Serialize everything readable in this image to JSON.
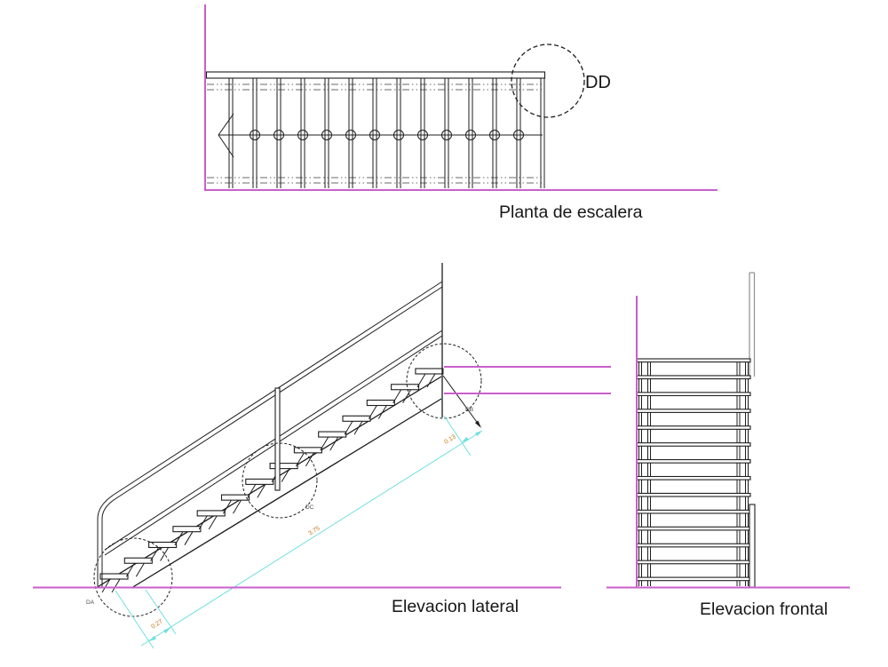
{
  "colors": {
    "axis_magenta": "#C95FC9",
    "dimension_cyan": "#6FDFDF",
    "dimension_text_orange": "#C67A1E",
    "drawing_black": "#1d1d1d",
    "hidden_gray": "#6a6a6a"
  },
  "plan_view": {
    "title": "Planta de escalera",
    "detail_callout": "DD"
  },
  "lateral_view": {
    "title": "Elevacion lateral",
    "detail_callouts": {
      "bottom": "DA",
      "middle": "DC",
      "top": "DB"
    },
    "dimensions": {
      "first_tread": "0.27",
      "total_run": "3.75",
      "top_offset": "0.13"
    }
  },
  "frontal_view": {
    "title": "Elevacion frontal"
  }
}
